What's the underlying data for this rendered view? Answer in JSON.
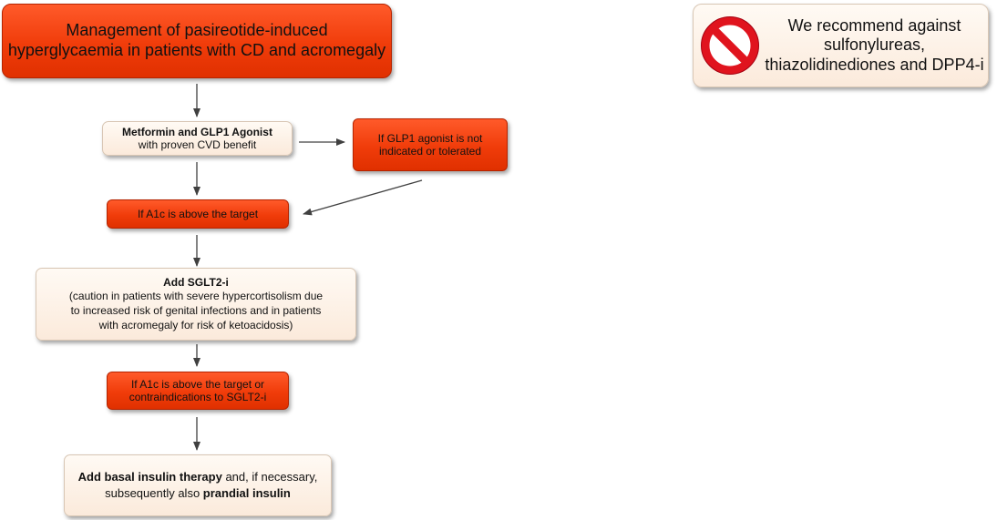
{
  "title_box": {
    "line1": "Management of pasireotide-induced",
    "line2": "hyperglycaemia in patients with CD and acromegaly"
  },
  "recommend_box": {
    "icon": "prohibition-icon",
    "line1": "We recommend against",
    "line2": "sulfonylureas,",
    "line3": "thiazolidinediones and DPP4-i"
  },
  "step1": {
    "bold": "Metformin and GLP1 Agonist",
    "normal": "with proven CVD benefit"
  },
  "side_box": {
    "line1": "If GLP1 agonist is not",
    "line2": "indicated or tolerated"
  },
  "check1": {
    "text": "If A1c is above the target"
  },
  "step2": {
    "bold": "Add SGLT2-i",
    "line1": "(caution in patients with severe hypercortisolism due",
    "line2": "to increased risk of genital infections and in patients",
    "line3": "with acromegaly for risk of ketoacidosis)"
  },
  "check2": {
    "line1": "If A1c is above the target or",
    "line2": "contraindications to SGLT2-i"
  },
  "step3": {
    "bold1": "Add basal insulin therapy",
    "normal1": " and, if necessary,",
    "normal2": "subsequently also ",
    "bold2": "prandial insulin"
  },
  "colors": {
    "accent_red": "#f03c0a",
    "box_cream": "#fdf1e6",
    "arrow": "#404040",
    "prohibition_red": "#e0141e"
  }
}
